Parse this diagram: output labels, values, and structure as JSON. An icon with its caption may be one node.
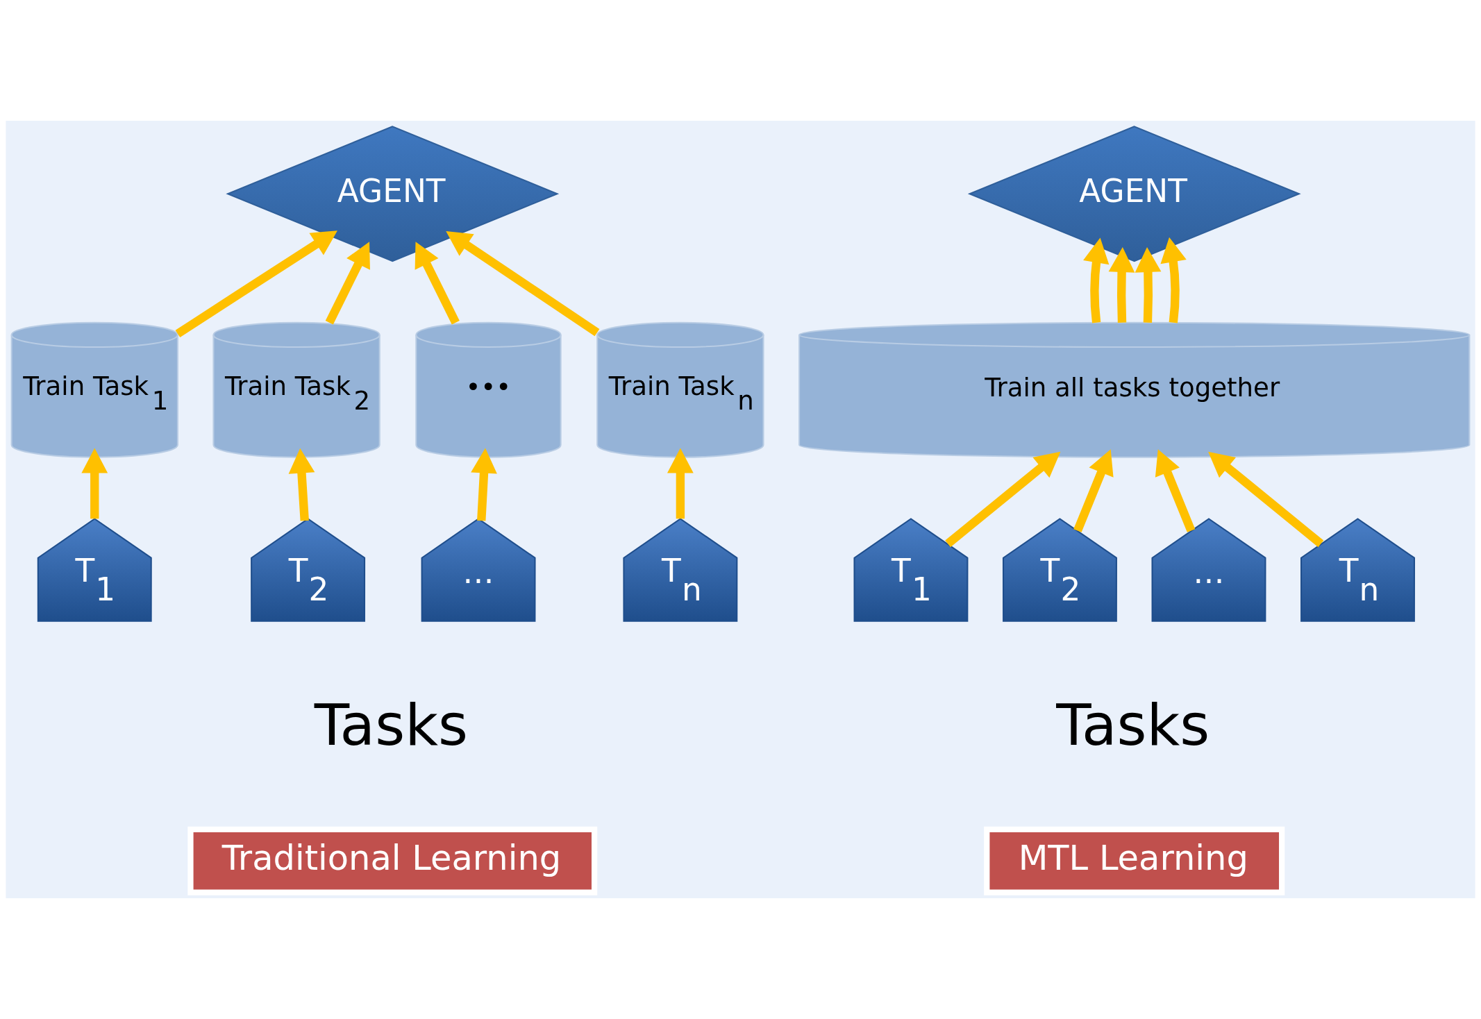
{
  "diagram": {
    "nodes": [
      {
        "text": [
          "AGENT"
        ]
      },
      {
        "text": [
          "Train Task$_{1}$"
        ]
      },
      {
        "text": [
          "Train Task$_{2}$"
        ]
      },
      {
        "text": [
          "•••"
        ]
      },
      {
        "text": [
          "Train Task$_{n}$"
        ]
      },
      {
        "text": [
          "T$_{1}$"
        ]
      },
      {
        "text": [
          "T$_{2}$"
        ]
      },
      {
        "text": [
          "…"
        ]
      },
      {
        "text": [
          "T$_{n}$"
        ]
      },
      {
        "text": [
          "AGENT"
        ]
      },
      {
        "text": [
          "Train all tasks together"
        ]
      },
      {
        "text": [
          "T$_{1}$"
        ]
      },
      {
        "text": [
          "T$_{2}$"
        ]
      },
      {
        "text": [
          "…"
        ]
      },
      {
        "text": [
          "T$_{n}$"
        ]
      },
      {
        "text": [
          "Traditional Learning"
        ]
      },
      {
        "text": [
          "MTL Learning"
        ]
      }
    ],
    "edges": [
      {
        "from": 5,
        "to": 1,
        "arrow": "to"
      },
      {
        "from": 6,
        "to": 2,
        "arrow": "to"
      },
      {
        "from": 7,
        "to": 3,
        "arrow": "to"
      },
      {
        "from": 8,
        "to": 4,
        "arrow": "to"
      },
      {
        "from": 1,
        "to": 0,
        "arrow": "to"
      },
      {
        "from": 2,
        "to": 0,
        "arrow": "to"
      },
      {
        "from": 3,
        "to": 0,
        "arrow": "to"
      },
      {
        "from": 4,
        "to": 0,
        "arrow": "to"
      },
      {
        "from": 11,
        "to": 10,
        "arrow": "to"
      },
      {
        "from": 12,
        "to": 10,
        "arrow": "to"
      },
      {
        "from": 13,
        "to": 10,
        "arrow": "to"
      },
      {
        "from": 14,
        "to": 10,
        "arrow": "to"
      },
      {
        "from": 10,
        "to": 9,
        "arrow": "to"
      },
      {
        "from": 10,
        "to": 9,
        "arrow": "to"
      },
      {
        "from": 10,
        "to": 9,
        "arrow": "to"
      },
      {
        "from": 10,
        "to": 9,
        "arrow": "to"
      }
    ],
    "labels": [
      "Tasks",
      "Tasks"
    ]
  }
}
